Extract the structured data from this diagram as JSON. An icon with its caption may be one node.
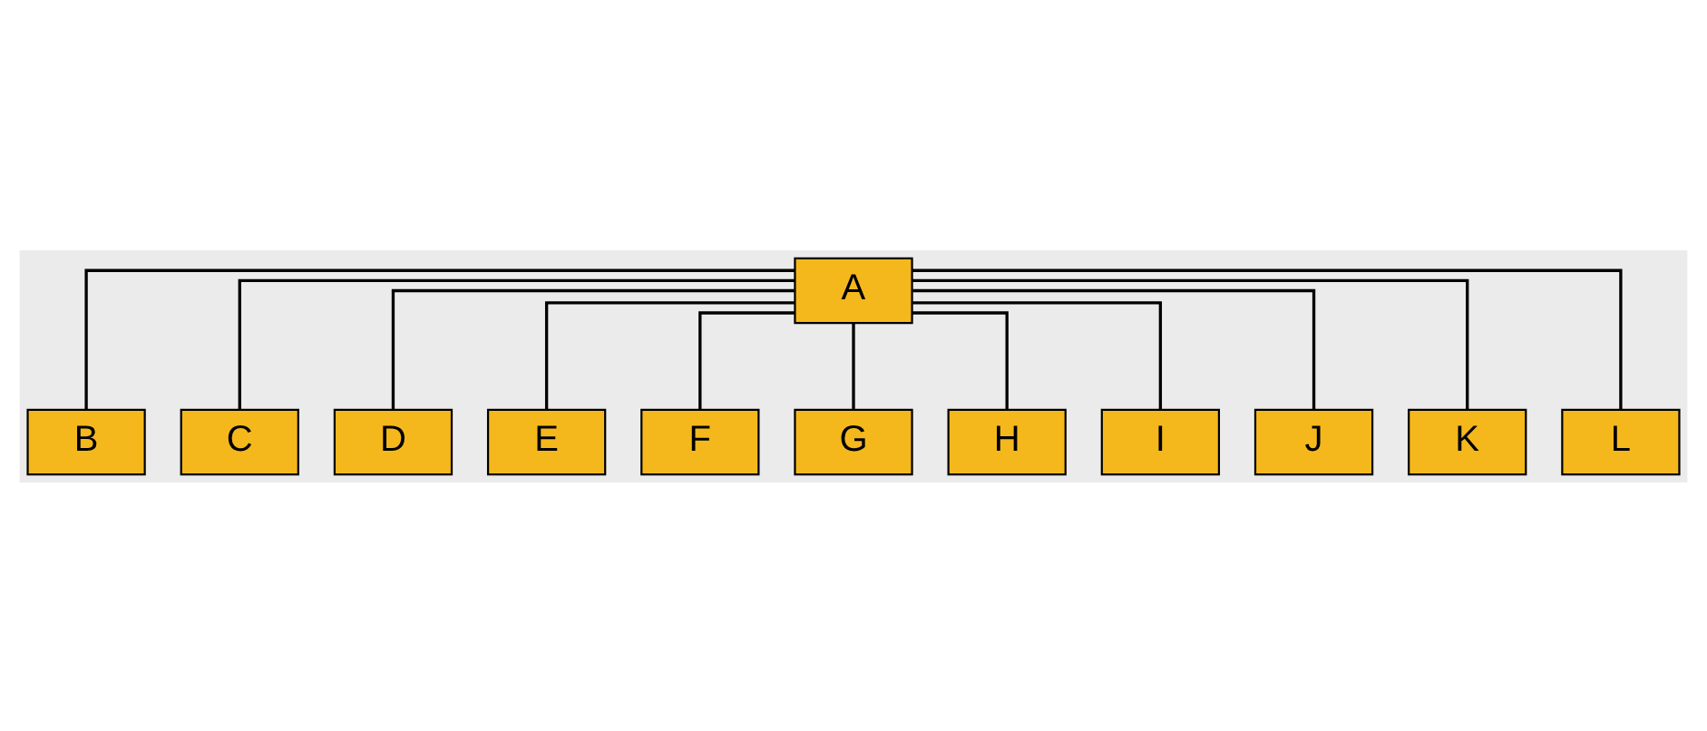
{
  "diagram": {
    "nodes": [
      {
        "text": [
          "A"
        ]
      },
      {
        "text": [
          "B"
        ]
      },
      {
        "text": [
          "C"
        ]
      },
      {
        "text": [
          "D"
        ]
      },
      {
        "text": [
          "E"
        ]
      },
      {
        "text": [
          "F"
        ]
      },
      {
        "text": [
          "G"
        ]
      },
      {
        "text": [
          "H"
        ]
      },
      {
        "text": [
          "I"
        ]
      },
      {
        "text": [
          "J"
        ]
      },
      {
        "text": [
          "K"
        ]
      },
      {
        "text": [
          "L"
        ]
      }
    ],
    "edges": [
      {
        "from": 0,
        "to": 1,
        "arrow": "none"
      },
      {
        "from": 0,
        "to": 2,
        "arrow": "none"
      },
      {
        "from": 0,
        "to": 3,
        "arrow": "none"
      },
      {
        "from": 0,
        "to": 4,
        "arrow": "none"
      },
      {
        "from": 0,
        "to": 5,
        "arrow": "none"
      },
      {
        "from": 0,
        "to": 6,
        "arrow": "none"
      },
      {
        "from": 0,
        "to": 7,
        "arrow": "none"
      },
      {
        "from": 0,
        "to": 8,
        "arrow": "none"
      },
      {
        "from": 0,
        "to": 9,
        "arrow": "none"
      },
      {
        "from": 0,
        "to": 10,
        "arrow": "none"
      },
      {
        "from": 0,
        "to": 11,
        "arrow": "none"
      }
    ]
  }
}
